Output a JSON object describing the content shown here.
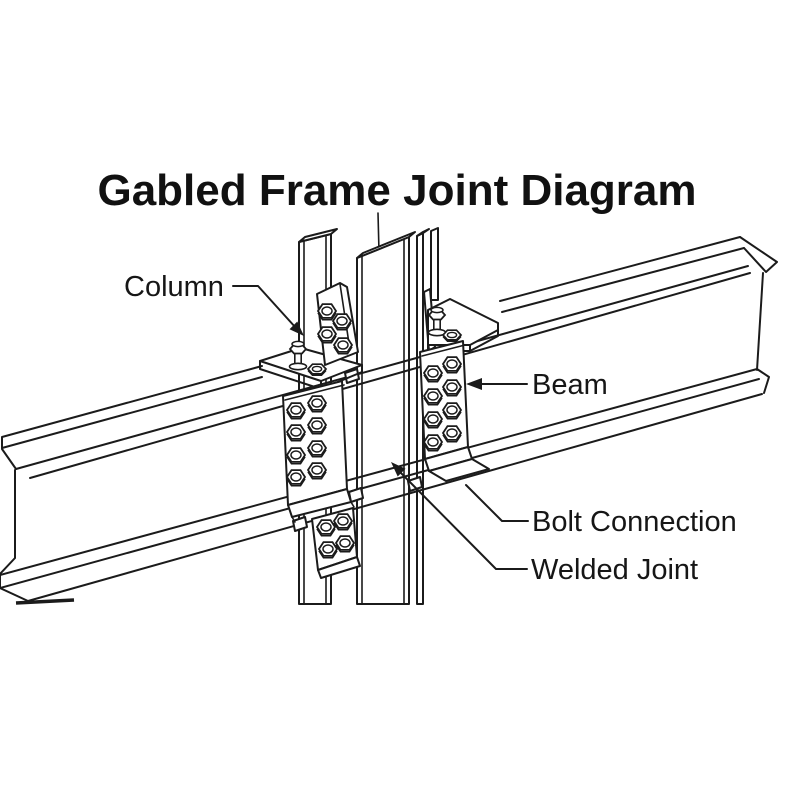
{
  "title": "Gabled Frame Joint Diagram",
  "labels": {
    "column": "Column",
    "beam": "Beam",
    "bolt_connection": "Bolt Connection",
    "welded_joint": "Welded Joint"
  },
  "diagram": {
    "type": "isometric technical line drawing",
    "subject": "steel gabled frame beam-to-column joint",
    "parts": [
      "column",
      "beam",
      "bolt connection plates",
      "welded joint",
      "angle brackets",
      "hex bolts"
    ],
    "colors": {
      "background": "#ffffff",
      "line": "#1b1b1b",
      "text": "#161616"
    }
  }
}
